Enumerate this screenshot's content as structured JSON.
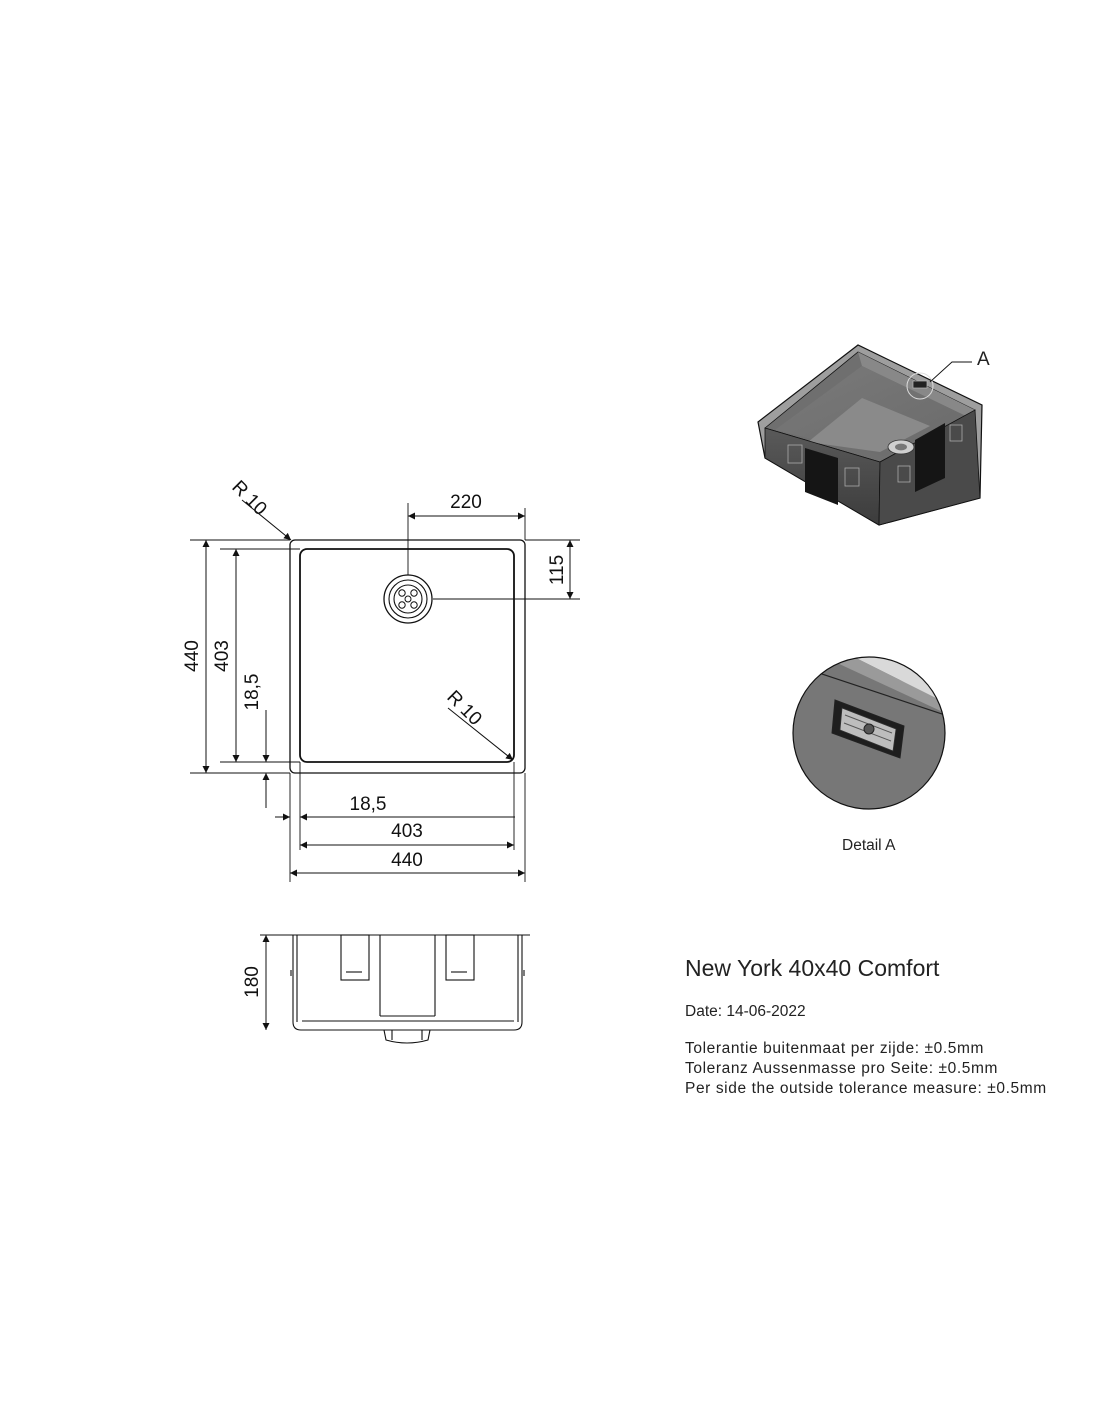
{
  "dimensions": {
    "radius_top": "R 10",
    "radius_inner": "R 10",
    "drain_offset_x": "220",
    "drain_offset_y": "115",
    "outer_height": "440",
    "inner_height": "403",
    "side_rim_v": "18,5",
    "side_rim_h": "18,5",
    "inner_width": "403",
    "outer_width": "440",
    "depth": "180"
  },
  "callout": {
    "label": "A"
  },
  "detail": {
    "caption": "Detail A"
  },
  "info": {
    "title": "New York 40x40 Comfort",
    "date": "Date: 14-06-2022",
    "tolerances": [
      "Tolerantie buitenmaat per zijde: ±0.5mm",
      "Toleranz Aussenmasse pro Seite: ±0.5mm",
      "Per side the outside tolerance measure: ±0.5mm"
    ]
  }
}
